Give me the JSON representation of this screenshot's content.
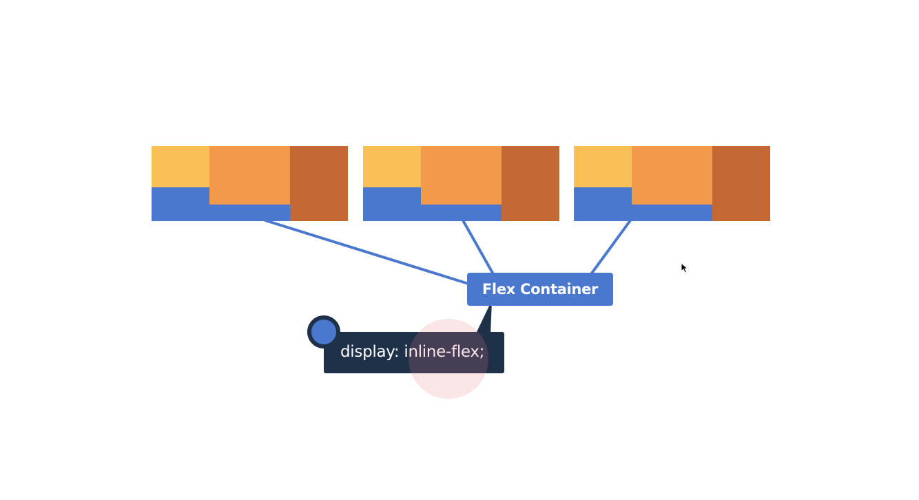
{
  "colors": {
    "blue": "#4a78cf",
    "yellow": "#f8c057",
    "orange": "#f3994b",
    "rust": "#c26834",
    "navy": "#1f3049",
    "white": "#ffffff"
  },
  "diagram": {
    "flex_container_label": "Flex Container",
    "code_label": "display: inline-flex;",
    "containers": [
      {
        "items": [
          "yellow",
          "orange",
          "rust"
        ]
      },
      {
        "items": [
          "yellow",
          "orange",
          "rust"
        ]
      },
      {
        "items": [
          "yellow",
          "orange",
          "rust"
        ]
      }
    ]
  },
  "icons": {
    "cursor": "mouse-pointer-icon",
    "bullet": "bullet-dot-icon"
  }
}
